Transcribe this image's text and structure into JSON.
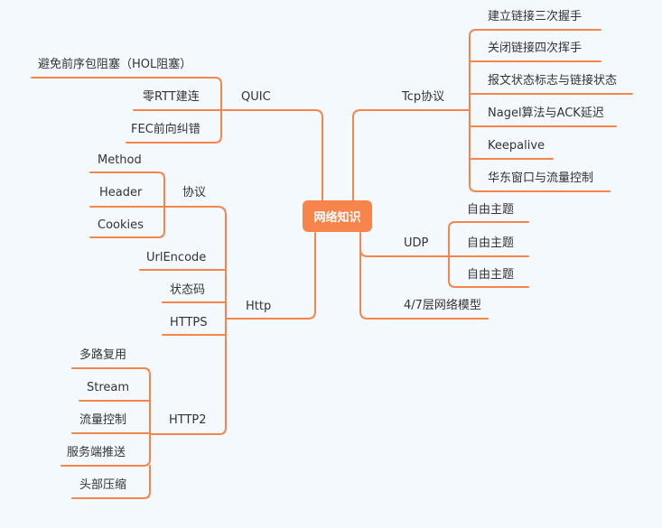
{
  "colors": {
    "line": "#f6844b",
    "root_bg": "#f6844b",
    "text": "#333333",
    "background": "#f4f9fd"
  },
  "root": "网络知识",
  "left": {
    "quic": {
      "label": "QUIC",
      "children": [
        "避免前序包阻塞（HOL阻塞）",
        "零RTT建连",
        "FEC前向纠错"
      ]
    },
    "http": {
      "label": "Http",
      "protocol": {
        "label": "协议",
        "children": [
          "Method",
          "Header",
          "Cookies"
        ]
      },
      "direct": [
        "UrlEncode",
        "状态码",
        "HTTPS"
      ],
      "http2": {
        "label": "HTTP2",
        "children": [
          "多路复用",
          "Stream",
          "流量控制",
          "服务端推送",
          "头部压缩"
        ]
      }
    }
  },
  "right": {
    "tcp": {
      "label": "Tcp协议",
      "children": [
        "建立链接三次握手",
        "关闭链接四次挥手",
        "报文状态标志与链接状态",
        "Nagel算法与ACK延迟",
        "Keepalive",
        "华东窗口与流量控制"
      ]
    },
    "udp": {
      "label": "UDP",
      "children": [
        "自由主题",
        "自由主题",
        "自由主题"
      ]
    },
    "osi": {
      "label": "4/7层网络模型"
    }
  }
}
